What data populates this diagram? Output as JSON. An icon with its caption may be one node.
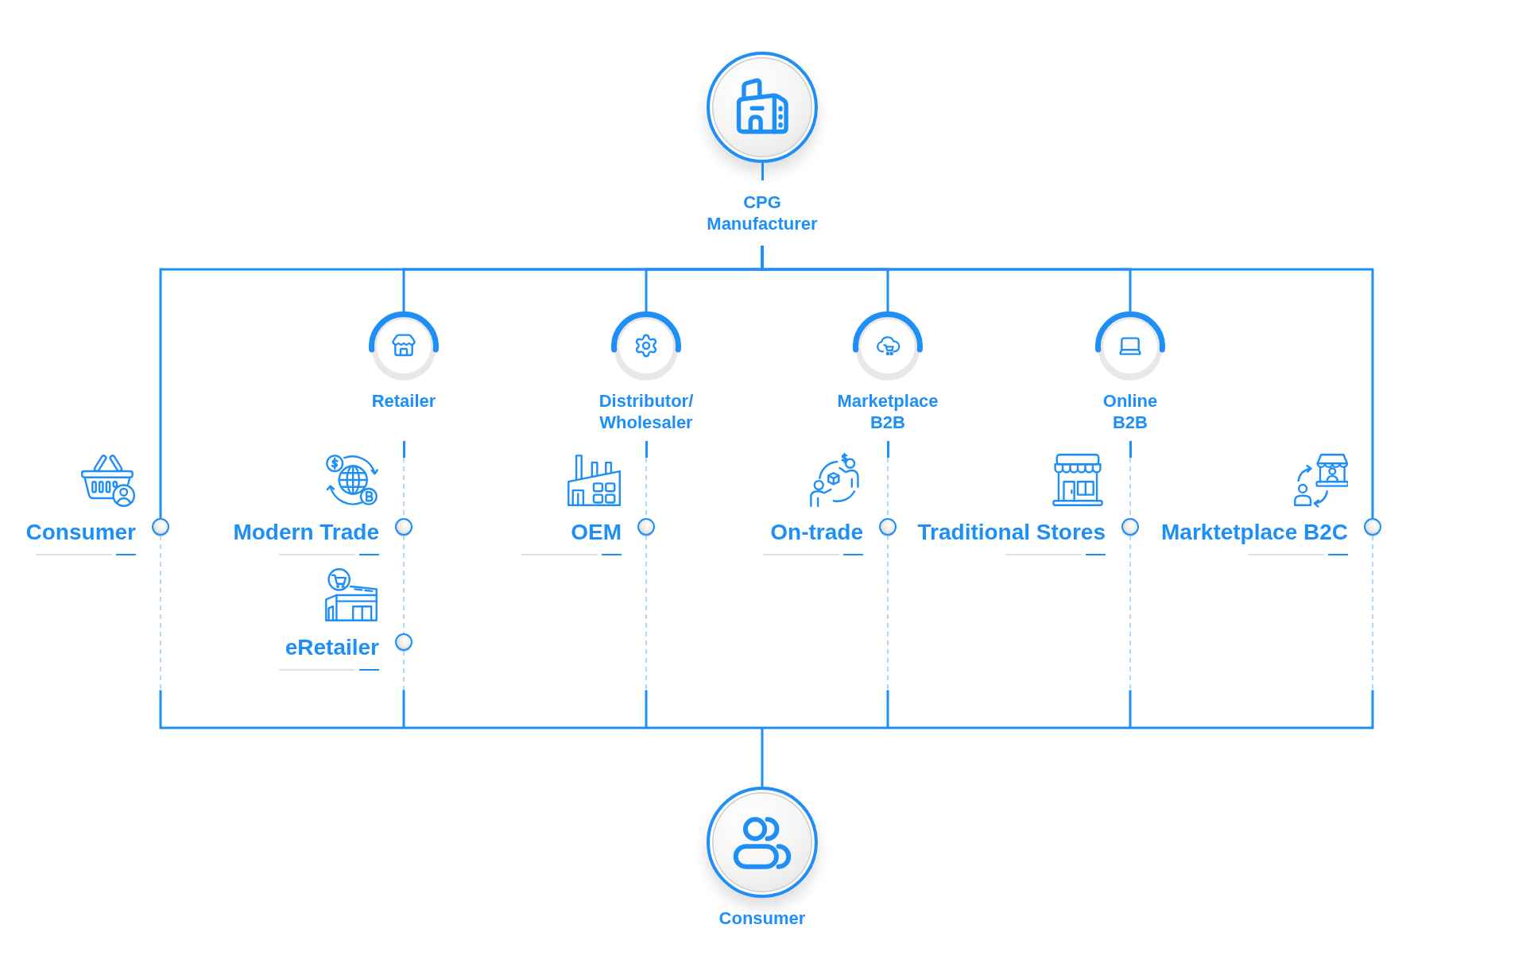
{
  "diagram": {
    "nodes": [
      {
        "text": [
          "CPG Manufacturer"
        ]
      },
      {
        "text": [
          "Retailer"
        ]
      },
      {
        "text": [
          "Distributor/ Wholesaler"
        ]
      },
      {
        "text": [
          "Marketplace B2B"
        ]
      },
      {
        "text": [
          "Online B2B"
        ]
      },
      {
        "text": [
          "Consumer"
        ]
      },
      {
        "text": [
          "Modern Trade"
        ]
      },
      {
        "text": [
          "OEM"
        ]
      },
      {
        "text": [
          "On-trade"
        ]
      },
      {
        "text": [
          "Traditional Stores"
        ]
      },
      {
        "text": [
          "Marktetplace B2C"
        ]
      },
      {
        "text": [
          "eRetailer"
        ]
      },
      {
        "text": [
          "Consumer"
        ]
      }
    ],
    "edges": [
      {
        "from": 0,
        "to": 5,
        "arrow": "other"
      },
      {
        "from": 0,
        "to": 1,
        "arrow": "none"
      },
      {
        "from": 0,
        "to": 2,
        "arrow": "none"
      },
      {
        "from": 0,
        "to": 3,
        "arrow": "none"
      },
      {
        "from": 0,
        "to": 4,
        "arrow": "none"
      },
      {
        "from": 0,
        "to": 10,
        "arrow": "other"
      },
      {
        "from": 1,
        "to": 6,
        "arrow": "other",
        "style": "dashed",
        "color": "#93c7f6"
      },
      {
        "from": 6,
        "to": 11,
        "arrow": "other",
        "style": "dashed",
        "color": "#93c7f6"
      },
      {
        "from": 2,
        "to": 7,
        "arrow": "other",
        "style": "dashed",
        "color": "#93c7f6"
      },
      {
        "from": 3,
        "to": 8,
        "arrow": "other",
        "style": "dashed",
        "color": "#93c7f6"
      },
      {
        "from": 4,
        "to": 9,
        "arrow": "other",
        "style": "dashed",
        "color": "#93c7f6"
      },
      {
        "from": 5,
        "to": 12,
        "arrow": "none"
      },
      {
        "from": 11,
        "to": 12,
        "arrow": "none"
      },
      {
        "from": 7,
        "to": 12,
        "arrow": "none"
      },
      {
        "from": 8,
        "to": 12,
        "arrow": "none"
      },
      {
        "from": 9,
        "to": 12,
        "arrow": "none"
      },
      {
        "from": 10,
        "to": 12,
        "arrow": "none"
      }
    ]
  }
}
